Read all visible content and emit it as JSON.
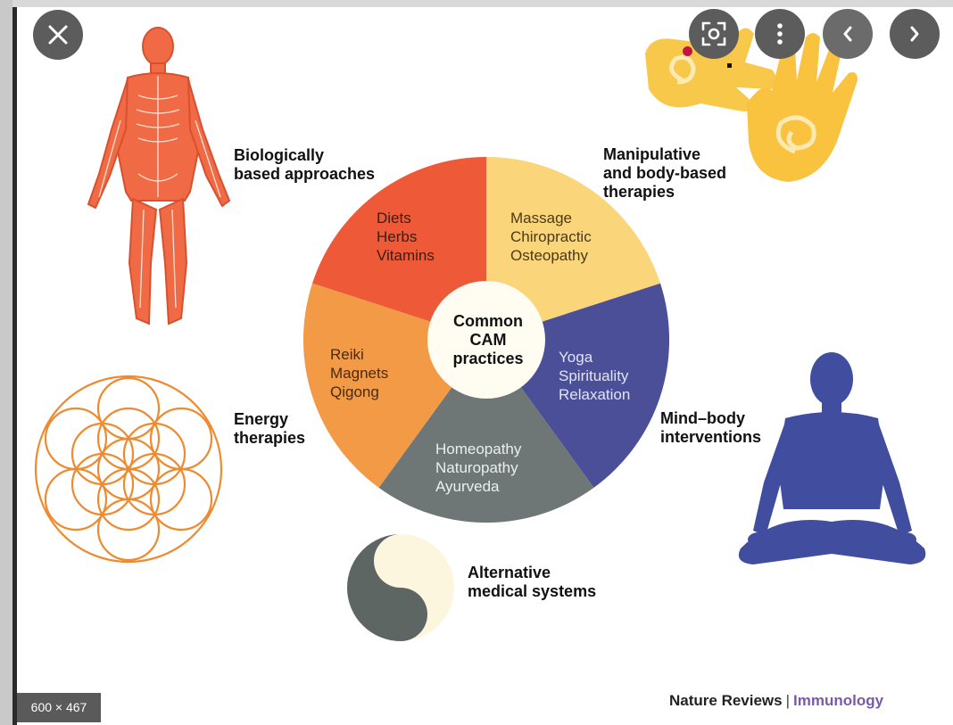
{
  "viewer": {
    "size_label": "600 × 467",
    "controls": [
      {
        "name": "close-icon",
        "interactable": true
      },
      {
        "name": "visual-search-icon",
        "interactable": true
      },
      {
        "name": "more-options-icon",
        "interactable": true
      },
      {
        "name": "previous-icon",
        "interactable": true
      },
      {
        "name": "next-icon",
        "interactable": true
      }
    ]
  },
  "diagram": {
    "center_label": "Common\nCAM\npractices",
    "wheel_segments": [
      {
        "items": "Diets\nHerbs\nVitamins",
        "color": "#ee5a38"
      },
      {
        "items": "Massage\nChiropractic\nOsteopathy",
        "color": "#fbd57a"
      },
      {
        "items": "Yoga\nSpirituality\nRelaxation",
        "color": "#4b4f98"
      },
      {
        "items": "Homeopathy\nNaturopathy\nAyurveda",
        "color": "#6f7776"
      },
      {
        "items": "Reiki\nMagnets\nQigong",
        "color": "#f39a47"
      }
    ],
    "categories": [
      {
        "label": "Biologically\nbased approaches",
        "icon": "human-body-icon",
        "color": "#ec5a35"
      },
      {
        "label": "Manipulative\nand body-based\ntherapies",
        "icon": "hands-icon",
        "color": "#f5c23a"
      },
      {
        "label": "Mind–body\ninterventions",
        "icon": "meditating-figure-icon",
        "color": "#3f4a9c"
      },
      {
        "label": "Alternative\nmedical systems",
        "icon": "yin-yang-icon",
        "color": "#606866"
      },
      {
        "label": "Energy\ntherapies",
        "icon": "flower-of-life-icon",
        "color": "#ee8a2f"
      }
    ]
  },
  "credit": {
    "publisher": "Nature Reviews",
    "separator": "|",
    "journal": "Immunology"
  }
}
